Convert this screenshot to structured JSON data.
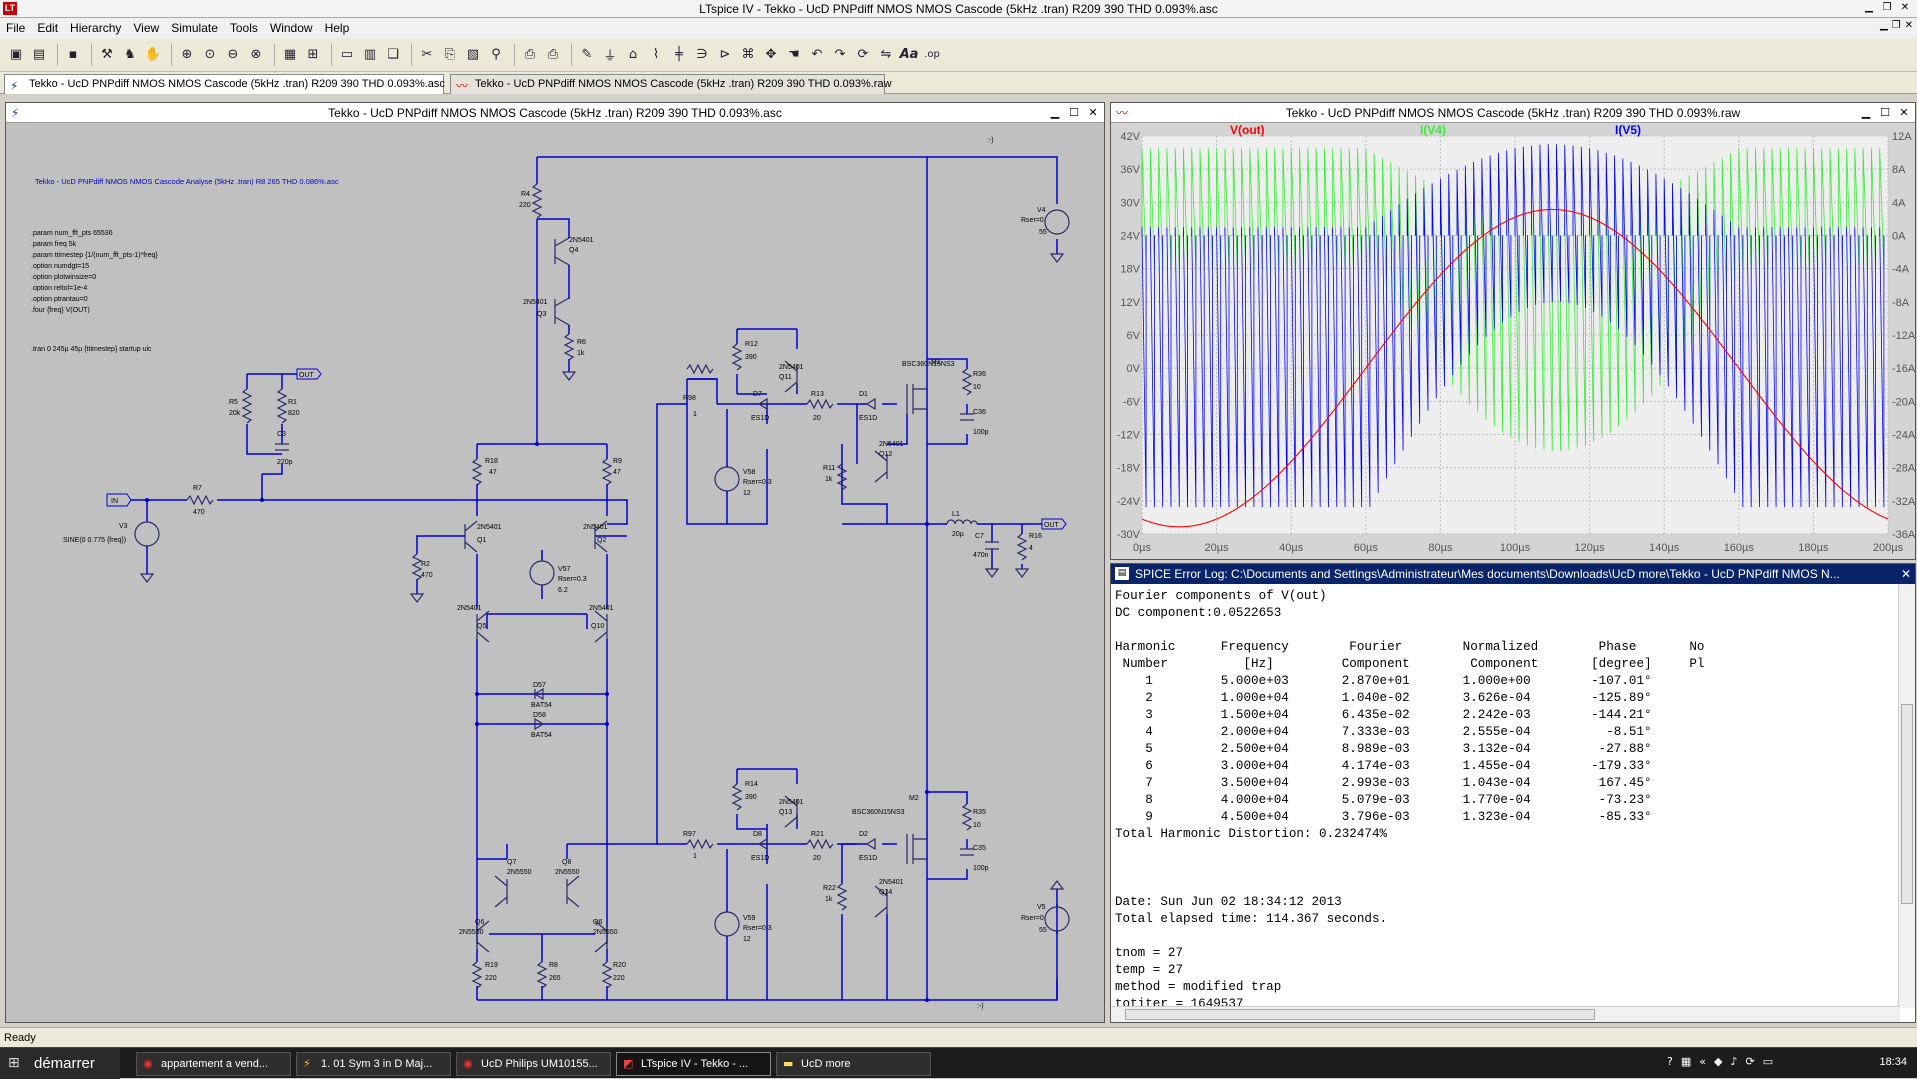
{
  "app": {
    "title": "LTspice IV - Tekko - UcD PNPdiff NMOS NMOS Cascode (5kHz .tran) R209 390 THD 0.093%.asc",
    "logo": "LT"
  },
  "menu": [
    "File",
    "Edit",
    "Hierarchy",
    "View",
    "Simulate",
    "Tools",
    "Window",
    "Help"
  ],
  "toolbar_icons": [
    "new-schematic-icon",
    "open-icon",
    "save-icon",
    "control-panel-icon",
    "run-icon",
    "halt-icon",
    "zoom-in-icon",
    "zoom-fit-icon",
    "zoom-out-icon",
    "zoom-cancel-icon",
    "autorange-icon",
    "measure-icon",
    "tile-horizontal-icon",
    "tile-vertical-icon",
    "cascade-icon",
    "cut-icon",
    "copy-icon",
    "paste-icon",
    "find-icon",
    "print-setup-icon",
    "print-icon",
    "wire-icon",
    "ground-icon",
    "label-icon",
    "resistor-icon",
    "capacitor-icon",
    "inductor-icon",
    "diode-icon",
    "component-icon",
    "move-icon",
    "drag-icon",
    "undo-icon",
    "redo-icon",
    "rotate-icon",
    "mirror-icon",
    "text-icon",
    "spice-directive-icon"
  ],
  "tabs": [
    {
      "label": "Tekko - UcD PNPdiff NMOS NMOS Cascode (5kHz .tran) R209 390 THD 0.093%.asc",
      "active": true
    },
    {
      "label": "Tekko - UcD PNPdiff NMOS NMOS Cascode (5kHz .tran) R209 390 THD 0.093%.raw",
      "active": false
    }
  ],
  "schematic": {
    "title": "Tekko - UcD PNPdiff NMOS NMOS Cascode (5kHz .tran) R209 390 THD 0.093%.asc",
    "heading": "Tekko - UcD PNPdiff NMOS NMOS Cascode Analyse (5kHz .tran) R8 265 THD 0.086%.asc",
    "directives": [
      ".param num_fft_pts 65536",
      ".param freq 5k",
      ".param ttimestep {1/(num_fft_pts-1)*freq}",
      ".option numdgt=15",
      ".option plotwinsize=0",
      ".option reltol=1e-4",
      ".option ptrantau=0",
      ".four {freq} V(OUT)",
      ".tran 0 245µ 45µ {ttimestep} startup uic"
    ],
    "labels": {
      "in": "IN",
      "out": "OUT",
      "r4": "R4",
      "r4v": "220",
      "q4": "Q4",
      "q4m": "2N5401",
      "q3": "Q3",
      "q3m": "2N5401",
      "r6": "R6",
      "r6v": "1k",
      "r5": "R5",
      "r5v": "20k",
      "r1": "R1",
      "r1v": "820",
      "c3": "C3",
      "c3v": "220p",
      "r7": "R7",
      "r7v": "470",
      "v3": "V3",
      "v3v": "SINE(0 0.775 {freq})",
      "r18": "R18",
      "r18v": "47",
      "r9": "R9",
      "r9v": "47",
      "q1": "Q1",
      "q1m": "2N5401",
      "q2": "Q2",
      "q2m": "2N5401",
      "r2": "R2",
      "r2v": "470",
      "v57": "V57",
      "v57r": "Rser=0.3",
      "v57v": "6.2",
      "q5": "Q5",
      "q5m": "2N5401",
      "q10": "Q10",
      "q10m": "2N5401",
      "d57": "D57",
      "d58": "D58",
      "bat": "BAT54",
      "q7": "Q7",
      "q7m": "2N5550",
      "q8": "Q8",
      "q8m": "2N5550",
      "q6a": "Q6",
      "q6am": "2N5550",
      "q6b": "Q6",
      "q6bm": "2N5550",
      "r19": "R19",
      "r19v": "220",
      "r8": "R8",
      "r8v": "265",
      "r20": "R20",
      "r20v": "220",
      "r98": "R98",
      "r97": "R97",
      "one": "1",
      "r12": "R12",
      "r14": "R14",
      "v390": "390",
      "q11": "Q11",
      "q13": "Q13",
      "q12": "Q12",
      "q14": "Q14",
      "qpnp": "2N5401",
      "d7": "D7",
      "d8": "D8",
      "d1": "D1",
      "d2": "D2",
      "es1d": "ES1D",
      "r13": "R13",
      "r21": "R21",
      "v20": "20",
      "r11": "R11",
      "r22": "R22",
      "v1k": "1k",
      "v58": "V58",
      "v59": "V59",
      "vr03": "Rser=0.3",
      "v12": "12",
      "m1": "M1",
      "m2": "M2",
      "mos": "BSC360N15NS3",
      "r36": "R36",
      "r35": "R35",
      "v10": "10",
      "c36": "C36",
      "c35": "C35",
      "v100p": "100p",
      "v4": "V4",
      "v5": "V5",
      "rser0": "Rser=0",
      "v55": "55",
      "l1": "L1",
      "l1v": "20µ",
      "c7": "C7",
      "c7v": "470n",
      "r16": "R16",
      "r16v": "4",
      "marker": ":-)"
    }
  },
  "waveform": {
    "title": "Tekko - UcD PNPdiff NMOS NMOS Cascode (5kHz .tran) R209 390 THD 0.093%.raw"
  },
  "chart_data": {
    "type": "line",
    "title": "",
    "x_ticks": [
      "0µs",
      "20µs",
      "40µs",
      "60µs",
      "80µs",
      "100µs",
      "120µs",
      "140µs",
      "160µs",
      "180µs",
      "200µs"
    ],
    "xlim": [
      0,
      200
    ],
    "y_left_ticks": [
      "42V",
      "36V",
      "30V",
      "24V",
      "18V",
      "12V",
      "6V",
      "0V",
      "-6V",
      "-12V",
      "-18V",
      "-24V",
      "-30V"
    ],
    "ylim_left": [
      -30,
      42
    ],
    "y_right_ticks": [
      "12A",
      "8A",
      "4A",
      "0A",
      "-4A",
      "-8A",
      "-12A",
      "-16A",
      "-20A",
      "-24A",
      "-28A",
      "-32A",
      "-36A"
    ],
    "ylim_right": [
      -36,
      12
    ],
    "grid": true,
    "series": [
      {
        "name": "V(out)",
        "axis": "left",
        "color": "#ff0000",
        "amplitude": 28.7,
        "period_us": 200,
        "peak_us": 110
      },
      {
        "name": "I(V4)",
        "axis": "right",
        "color": "#33ee33",
        "switch_cycles": 90
      },
      {
        "name": "I(V5)",
        "axis": "right",
        "color": "#0000ff",
        "switch_cycles": 90
      }
    ]
  },
  "log": {
    "title": "SPICE Error Log: C:\\Documents and Settings\\Administrateur\\Mes documents\\Downloads\\UcD more\\Tekko - UcD PNPdiff NMOS N...",
    "lines": [
      "Fourier components of V(out)",
      "DC component:0.0522653",
      "",
      "Harmonic      Frequency        Fourier        Normalized        Phase       No",
      " Number          [Hz]         Component        Component       [degree]     Pl",
      "    1         5.000e+03       2.870e+01       1.000e+00        -107.01°",
      "    2         1.000e+04       1.040e-02       3.626e-04        -125.89°",
      "    3         1.500e+04       6.435e-02       2.242e-03        -144.21°",
      "    4         2.000e+04       7.333e-03       2.555e-04          -8.51°",
      "    5         2.500e+04       8.989e-03       3.132e-04         -27.88°",
      "    6         3.000e+04       4.174e-03       1.455e-04        -179.33°",
      "    7         3.500e+04       2.993e-03       1.043e-04         167.45°",
      "    8         4.000e+04       5.079e-03       1.770e-04         -73.23°",
      "    9         4.500e+04       3.796e-03       1.323e-04         -85.33°",
      "Total Harmonic Distortion: 0.232474%",
      "",
      "",
      "",
      "Date: Sun Jun 02 18:34:12 2013",
      "Total elapsed time: 114.367 seconds.",
      "",
      "tnom = 27",
      "temp = 27",
      "method = modified trap",
      "totiter = 1649537"
    ]
  },
  "status": "Ready",
  "taskbar": {
    "start": "démarrer",
    "tasks": [
      {
        "label": "appartement a vend...",
        "icon": "chrome-icon"
      },
      {
        "label": "1. 01 Sym 3 in D Maj...",
        "icon": "winamp-icon"
      },
      {
        "label": "UcD Philips UM10155...",
        "icon": "chrome-icon"
      },
      {
        "label": "LTspice IV - Tekko - ...",
        "icon": "ltspice-icon",
        "active": true
      },
      {
        "label": "UcD more",
        "icon": "folder-icon"
      }
    ],
    "clock": "18:34"
  }
}
